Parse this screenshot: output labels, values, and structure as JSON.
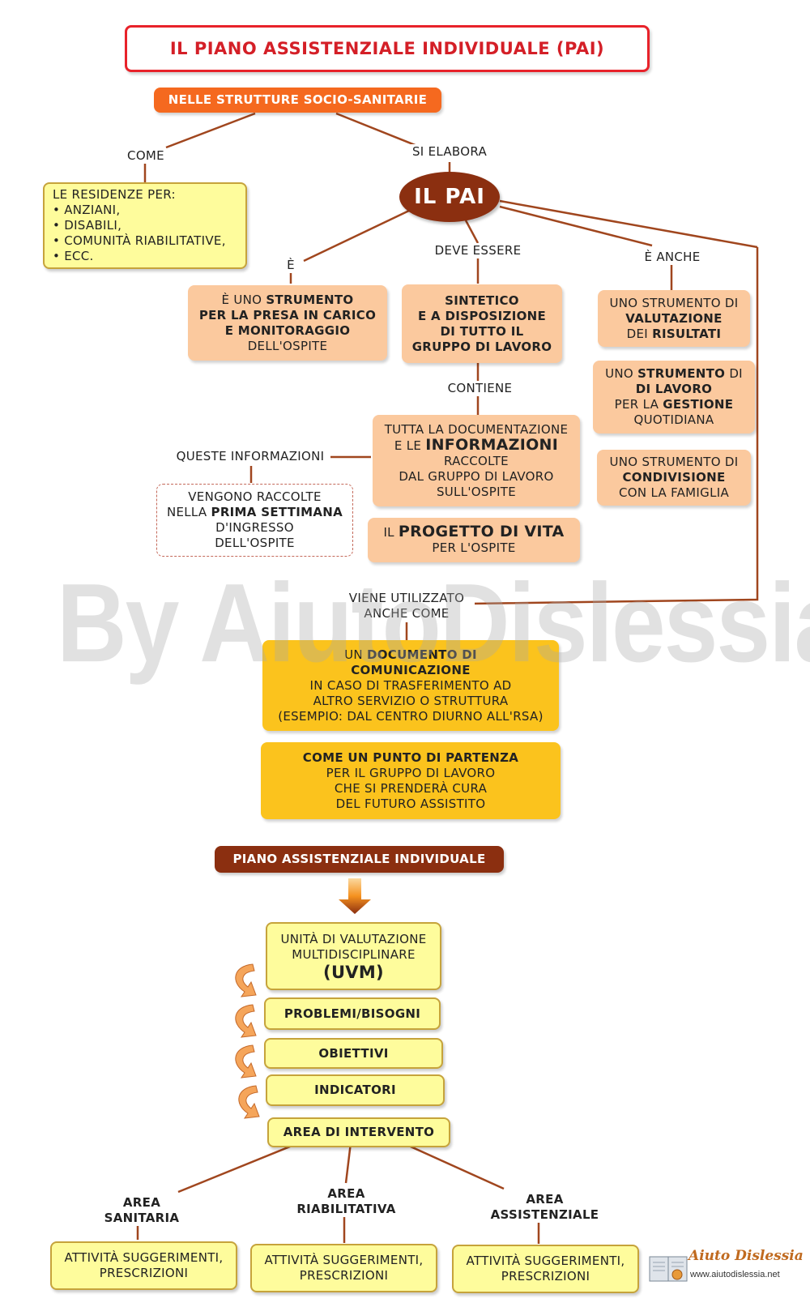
{
  "title": "IL PIANO ASSISTENZIALE INDIVIDUALE (PAI)",
  "context_label": "NELLE STRUTTURE SOCIO-SANITARIE",
  "links": {
    "come": "COME",
    "si_elabora": "SI ELABORA",
    "e": "È",
    "deve_essere": "DEVE ESSERE",
    "e_anche": "È ANCHE",
    "contiene": "CONTIENE",
    "queste_informazioni": "QUESTE INFORMAZIONI",
    "viene_utilizzato_1": "VIENE UTILIZZATO",
    "viene_utilizzato_2": "ANCHE COME"
  },
  "residenze": {
    "heading": "LE RESIDENZE PER:",
    "items": [
      "• ANZIANI,",
      "• DISABILI,",
      "• COMUNITÀ RIABILITATIVE,",
      "• ECC."
    ]
  },
  "pai_label": "IL PAI",
  "strumento": {
    "l1": "È UNO ",
    "l1b": "STRUMENTO",
    "l2": "PER LA PRESA IN CARICO",
    "l3": "E MONITORAGGIO",
    "l4": "DELL'OSPITE"
  },
  "sintetico": {
    "l1": "SINTETICO",
    "l2": "E A DISPOSIZIONE",
    "l3": "DI TUTTO IL",
    "l4": "GRUPPO DI LAVORO"
  },
  "valutazione": {
    "l1": "UNO STRUMENTO DI",
    "l2": "VALUTAZIONE",
    "l3a": "DEI ",
    "l3b": "RISULTATI"
  },
  "lavoro": {
    "l1a": "UNO ",
    "l1b": "STRUMENTO",
    "l1c": " DI",
    "l2": "DI LAVORO",
    "l3a": "PER LA ",
    "l3b": "GESTIONE",
    "l4": "QUOTIDIANA"
  },
  "condivisione": {
    "l1": "UNO STRUMENTO DI",
    "l2": "CONDIVISIONE",
    "l3": "CON LA FAMIGLIA"
  },
  "documentazione": {
    "l1": "TUTTA LA DOCUMENTAZIONE",
    "l2a": "E LE ",
    "l2b": "INFORMAZIONI",
    "l3": "RACCOLTE",
    "l4": "DAL GRUPPO DI LAVORO",
    "l5": "SULL'OSPITE"
  },
  "raccolte": {
    "l1": "VENGONO RACCOLTE",
    "l2a": "NELLA ",
    "l2b": "PRIMA SETTIMANA",
    "l3": "D'INGRESSO",
    "l4": "DELL'OSPITE"
  },
  "progetto": {
    "l1a": "IL ",
    "l1b": "PROGETTO DI VITA",
    "l2": "PER L'OSPITE"
  },
  "comunicazione": {
    "l1a": "UN ",
    "l1b": "DOCUMENTO DI",
    "l2": "COMUNICAZIONE",
    "l3": "IN CASO DI TRASFERIMENTO AD",
    "l4": "ALTRO SERVIZIO O STRUTTURA",
    "l5": "(ESEMPIO: DAL CENTRO DIURNO ALL'RSA)"
  },
  "partenza": {
    "l1": "COME UN PUNTO DI PARTENZA",
    "l2": "PER IL GRUPPO DI LAVORO",
    "l3": "CHE SI PRENDERÀ CURA",
    "l4": "DEL FUTURO ASSISTITO"
  },
  "watermark": "By AiutoDislessia.net",
  "section2_label": "PIANO ASSISTENZIALE INDIVIDUALE",
  "uvm": {
    "l1": "UNITÀ DI VALUTAZIONE",
    "l2": "MULTIDISCIPLINARE",
    "l3": "(UVM)"
  },
  "steps": [
    "PROBLEMI/BISOGNI",
    "OBIETTIVI",
    "INDICATORI",
    "AREA DI INTERVENTO"
  ],
  "areas": [
    {
      "l1": "AREA",
      "l2": "SANITARIA",
      "a1": "ATTIVITÀ SUGGERIMENTI,",
      "a2": "PRESCRIZIONI"
    },
    {
      "l1": "AREA",
      "l2": "RIABILITATIVA",
      "a1": "ATTIVITÀ SUGGERIMENTI,",
      "a2": "PRESCRIZIONI"
    },
    {
      "l1": "AREA",
      "l2": "ASSISTENZIALE",
      "a1": "ATTIVITÀ SUGGERIMENTI,",
      "a2": "PRESCRIZIONI"
    }
  ],
  "logo": {
    "name": "Aiuto Dislessia",
    "url": "www.aiutodislessia.net"
  },
  "colors": {
    "title_border": "#e8222a",
    "orange_label": "#f5691f",
    "pai_node": "#8b2f10",
    "peach": "#fbc99e",
    "gold": "#fbc31d",
    "yellow": "#fefc9c",
    "connector": "#a0461e"
  }
}
